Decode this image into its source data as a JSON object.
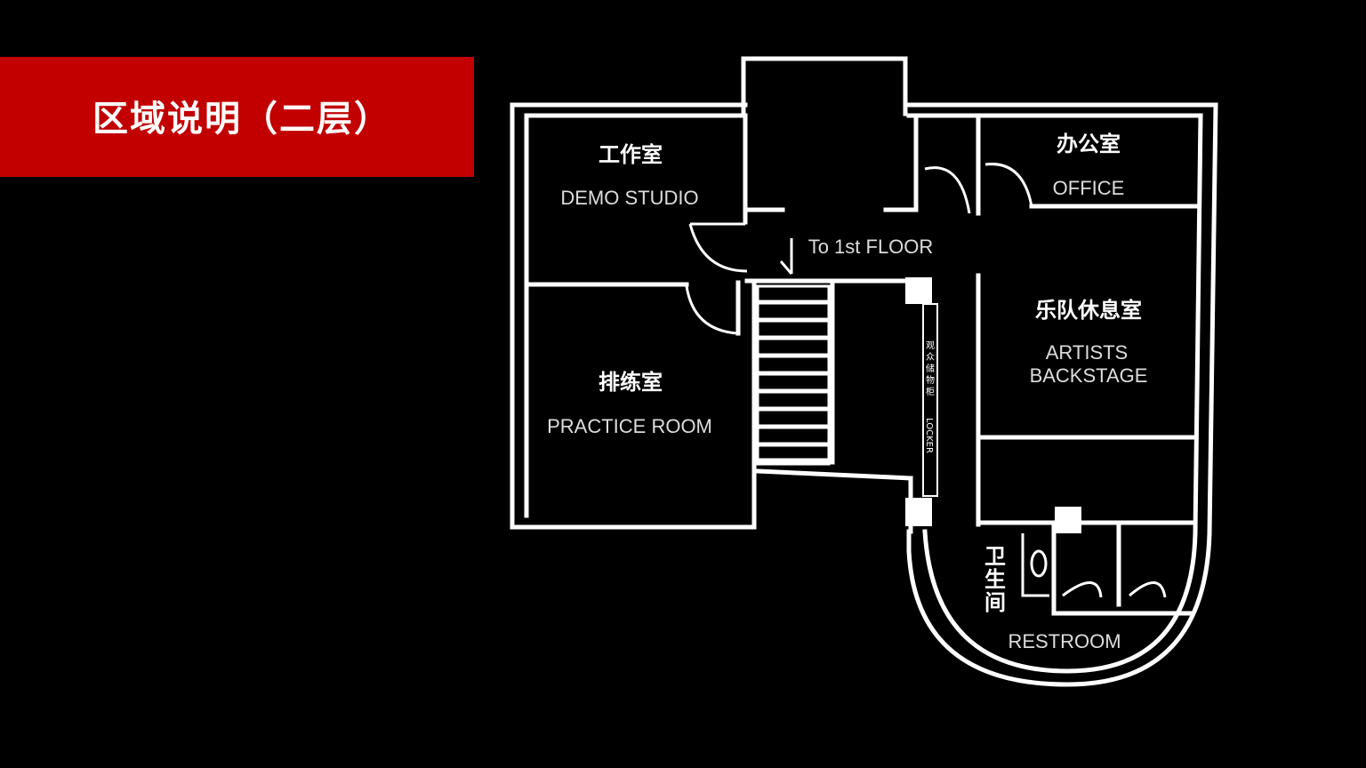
{
  "header": {
    "title": "区域说明（二层）"
  },
  "rooms": {
    "demo_studio": {
      "zh": "工作室",
      "en": "DEMO STUDIO"
    },
    "practice_room": {
      "zh": "排练室",
      "en": "PRACTICE ROOM"
    },
    "office": {
      "zh": "办公室",
      "en": "OFFICE"
    },
    "backstage": {
      "zh": "乐队休息室",
      "en_line1": "ARTISTS",
      "en_line2": "BACKSTAGE"
    },
    "restroom": {
      "zh_1": "卫",
      "zh_2": "生",
      "zh_3": "间",
      "en": "RESTROOM"
    },
    "locker": {
      "zh_1": "观",
      "zh_2": "众",
      "zh_3": "储",
      "zh_4": "物",
      "zh_5": "柜",
      "en": "LOCKER"
    }
  },
  "stairs": {
    "label": "To 1st FLOOR"
  },
  "colors": {
    "banner": "#c20000",
    "background": "#000000",
    "lines": "#ffffff"
  }
}
